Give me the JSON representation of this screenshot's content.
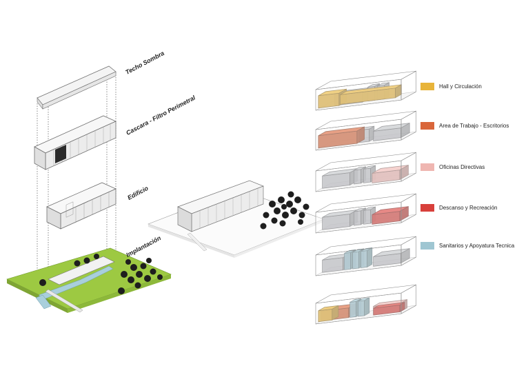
{
  "layers": [
    {
      "id": "techo",
      "label": "Techo Sombra"
    },
    {
      "id": "cascara",
      "label": "Cascara - Filtro Perimetral"
    },
    {
      "id": "edificio",
      "label": "Edificio"
    },
    {
      "id": "implantacion",
      "label": "Implantación"
    }
  ],
  "legend": [
    {
      "label": "Hall y Circulación",
      "color": "#e8b43a"
    },
    {
      "label": "Area de Trabajo - Escritorios",
      "color": "#d9663a"
    },
    {
      "label": "Oficinas Directivas",
      "color": "#efb6b1"
    },
    {
      "label": "Descanso y Recreación",
      "color": "#d8403b"
    },
    {
      "label": "Sanitarios y Apoyatura Tecnica",
      "color": "#9fc6d2"
    }
  ],
  "colors": {
    "grass": "#9dc942",
    "grass_dark": "#7fa534",
    "water": "#a9cfdc",
    "tree": "#1e1e1e",
    "line": "#6f6f6f",
    "box_fill": "#f1f1f1",
    "grey_vol": "#b9bcc1"
  }
}
